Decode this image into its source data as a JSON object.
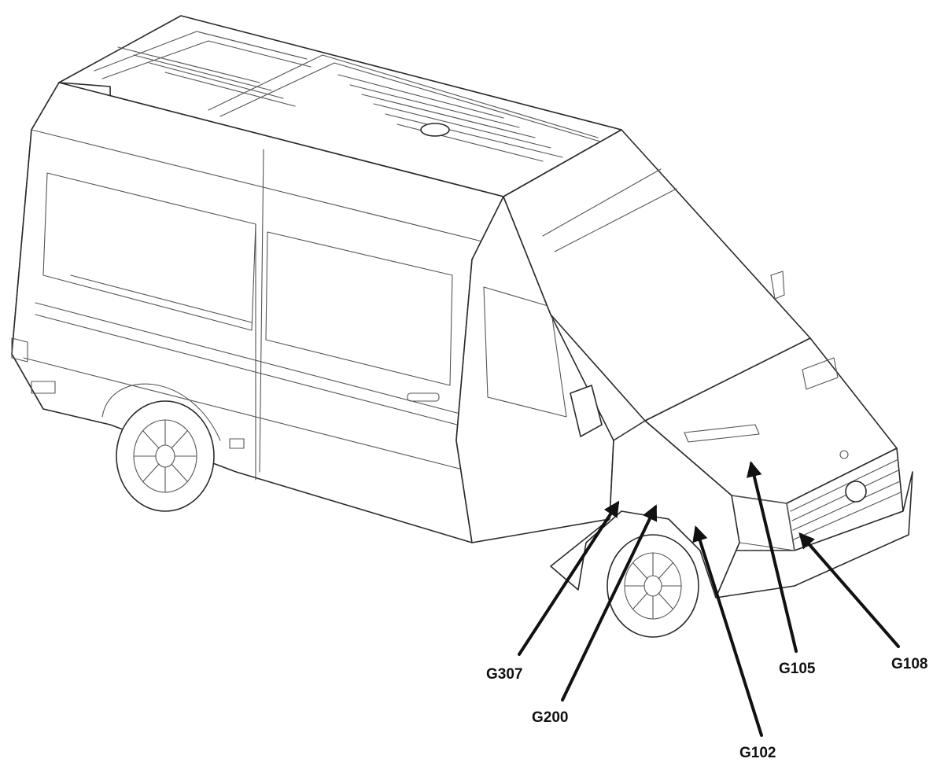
{
  "callouts": [
    {
      "id": "G307",
      "label": "G307"
    },
    {
      "id": "G200",
      "label": "G200"
    },
    {
      "id": "G102",
      "label": "G102"
    },
    {
      "id": "G105",
      "label": "G105"
    },
    {
      "id": "G108",
      "label": "G108"
    }
  ],
  "colors": {
    "line": "#2a2a2a",
    "leader": "#111111",
    "background": "#ffffff"
  }
}
